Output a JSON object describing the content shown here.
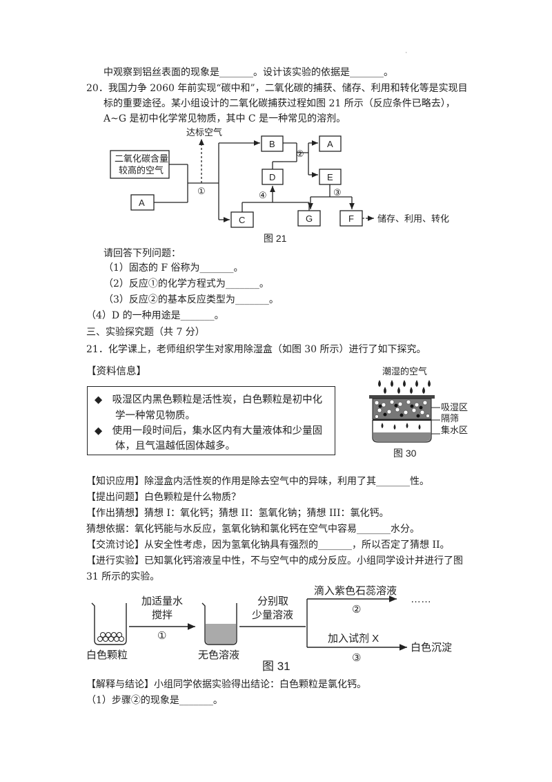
{
  "q19_tail": "中观察到铝丝表面的现象是_______。设计该实验的依据是_______。",
  "q20": {
    "line1": "20．我国力争 2060 年前实现“碳中和”，二氧化碳的捕获、储存、利用和转化等是实现目",
    "line2": "标的重要途径。某小组设计的二氧化碳捕获过程如图 21 所示（反应条件已略去），",
    "line3": "A~G 是初中化学常见物质，其中 C 是一种常见的溶剂。",
    "diagram": {
      "co2_air_line1": "二氧化碳含量",
      "co2_air_line2": "较高的空气",
      "standard_air": "达标空气",
      "A": "A",
      "A2": "A",
      "B": "B",
      "C": "C",
      "D": "D",
      "E": "E",
      "F": "F",
      "G": "G",
      "step1": "①",
      "step2": "②",
      "step3": "③",
      "step4": "④",
      "storage": "储存、利用、转化",
      "caption": "图 21"
    },
    "prompt": "请回答下列问题：",
    "sub1": "（1）固态的 F 俗称为_______。",
    "sub2": "（2）反应①的化学方程式为_______。",
    "sub3": "（3）反应②的基本反应类型为_______。",
    "sub4": "（4）D 的一种用途是_______。"
  },
  "section3": "三、实验探究题（共 7 分）",
  "q21": {
    "line1": "21．化学课上，老师组织学生对家用除湿盒（如图 30 所示）进行了如下探究。",
    "info_title": "【资料信息】",
    "info1a": "◆　吸湿区内黑色颗粒是活性炭，白色颗粒是初中化",
    "info1b": "学一种常见物质。",
    "info2a": "◆　使用一段时间后，集水区内有大量液体和少量固",
    "info2b": "体，且气温越低固体越多。",
    "fig30": {
      "humid_air": "潮湿的空气",
      "absorb": "吸湿区",
      "screen": "隔筛",
      "collect": "集水区",
      "caption": "图 30"
    },
    "knowledge": "【知识应用】除湿盒内活性炭的作用是除去空气中的异味，利用了其_______性。",
    "question": "【提出问题】白色颗粒是什么物质？",
    "guess": "【作出猜想】猜想 I：氧化钙；猜想 II：氢氧化钠；猜想 III：氯化钙。",
    "basis": "猜想依据：氧化钙能与水反应，氢氧化钠和氯化钙在空气中容易_______水分。",
    "discuss": "【交流讨论】从安全性考虑，因为氢氧化钠具有强烈的_______，所以否定了猜想 II。",
    "exp1": "【进行实验】已知氯化钙溶液呈中性，不与空气中的成分反应。小组同学设计并进行了图",
    "exp2": "31 所示的实验。",
    "fig31": {
      "add_water1": "加适量水",
      "add_water2": "搅拌",
      "c1": "①",
      "take1": "分别取",
      "take2": "少量溶液",
      "litmus": "滴入紫色石蕊溶液",
      "c2": "②",
      "dots": "……",
      "reagent": "加入试剂 X",
      "c3": "③",
      "white_particles": "白色颗粒",
      "colorless": "无色溶液",
      "precip": "白色沉淀",
      "caption": "图 31"
    },
    "conclusion": "【解释与结论】小组同学依据实验得出结论：白色颗粒是氯化钙。",
    "sub1": "（1）步骤②的现象是_______。"
  }
}
